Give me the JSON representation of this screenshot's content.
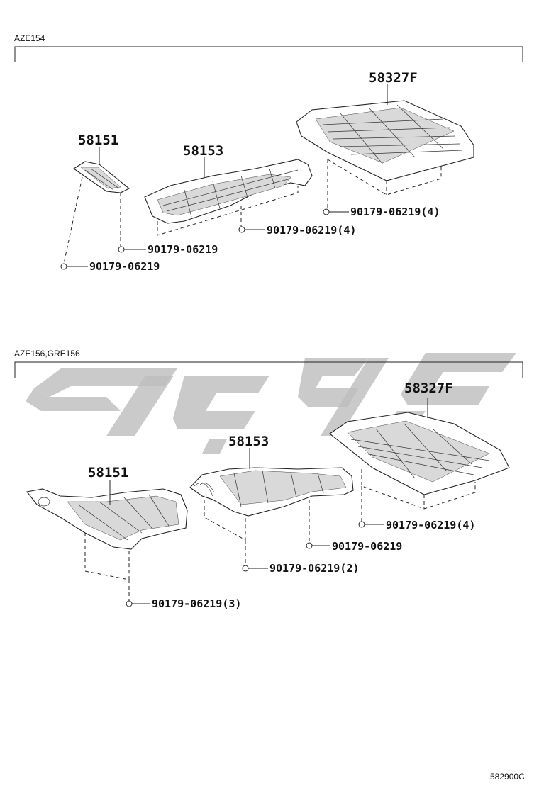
{
  "sections": [
    {
      "name": "AZE154",
      "parts": {
        "rear_floor": "58327F",
        "center_insulator": "58153",
        "front_insulator": "58151"
      },
      "fasteners": [
        "90179-06219(4)",
        "90179-06219(4)",
        "90179-06219",
        "90179-06219"
      ]
    },
    {
      "name": "AZE156,GRE156",
      "parts": {
        "rear_floor": "58327F",
        "center_insulator": "58153",
        "front_insulator": "58151"
      },
      "fasteners": [
        "90179-06219(4)",
        "90179-06219",
        "90179-06219(2)",
        "90179-06219(3)"
      ]
    }
  ],
  "illustration_code": "582900C",
  "watermark_color": "#bdbdbd"
}
